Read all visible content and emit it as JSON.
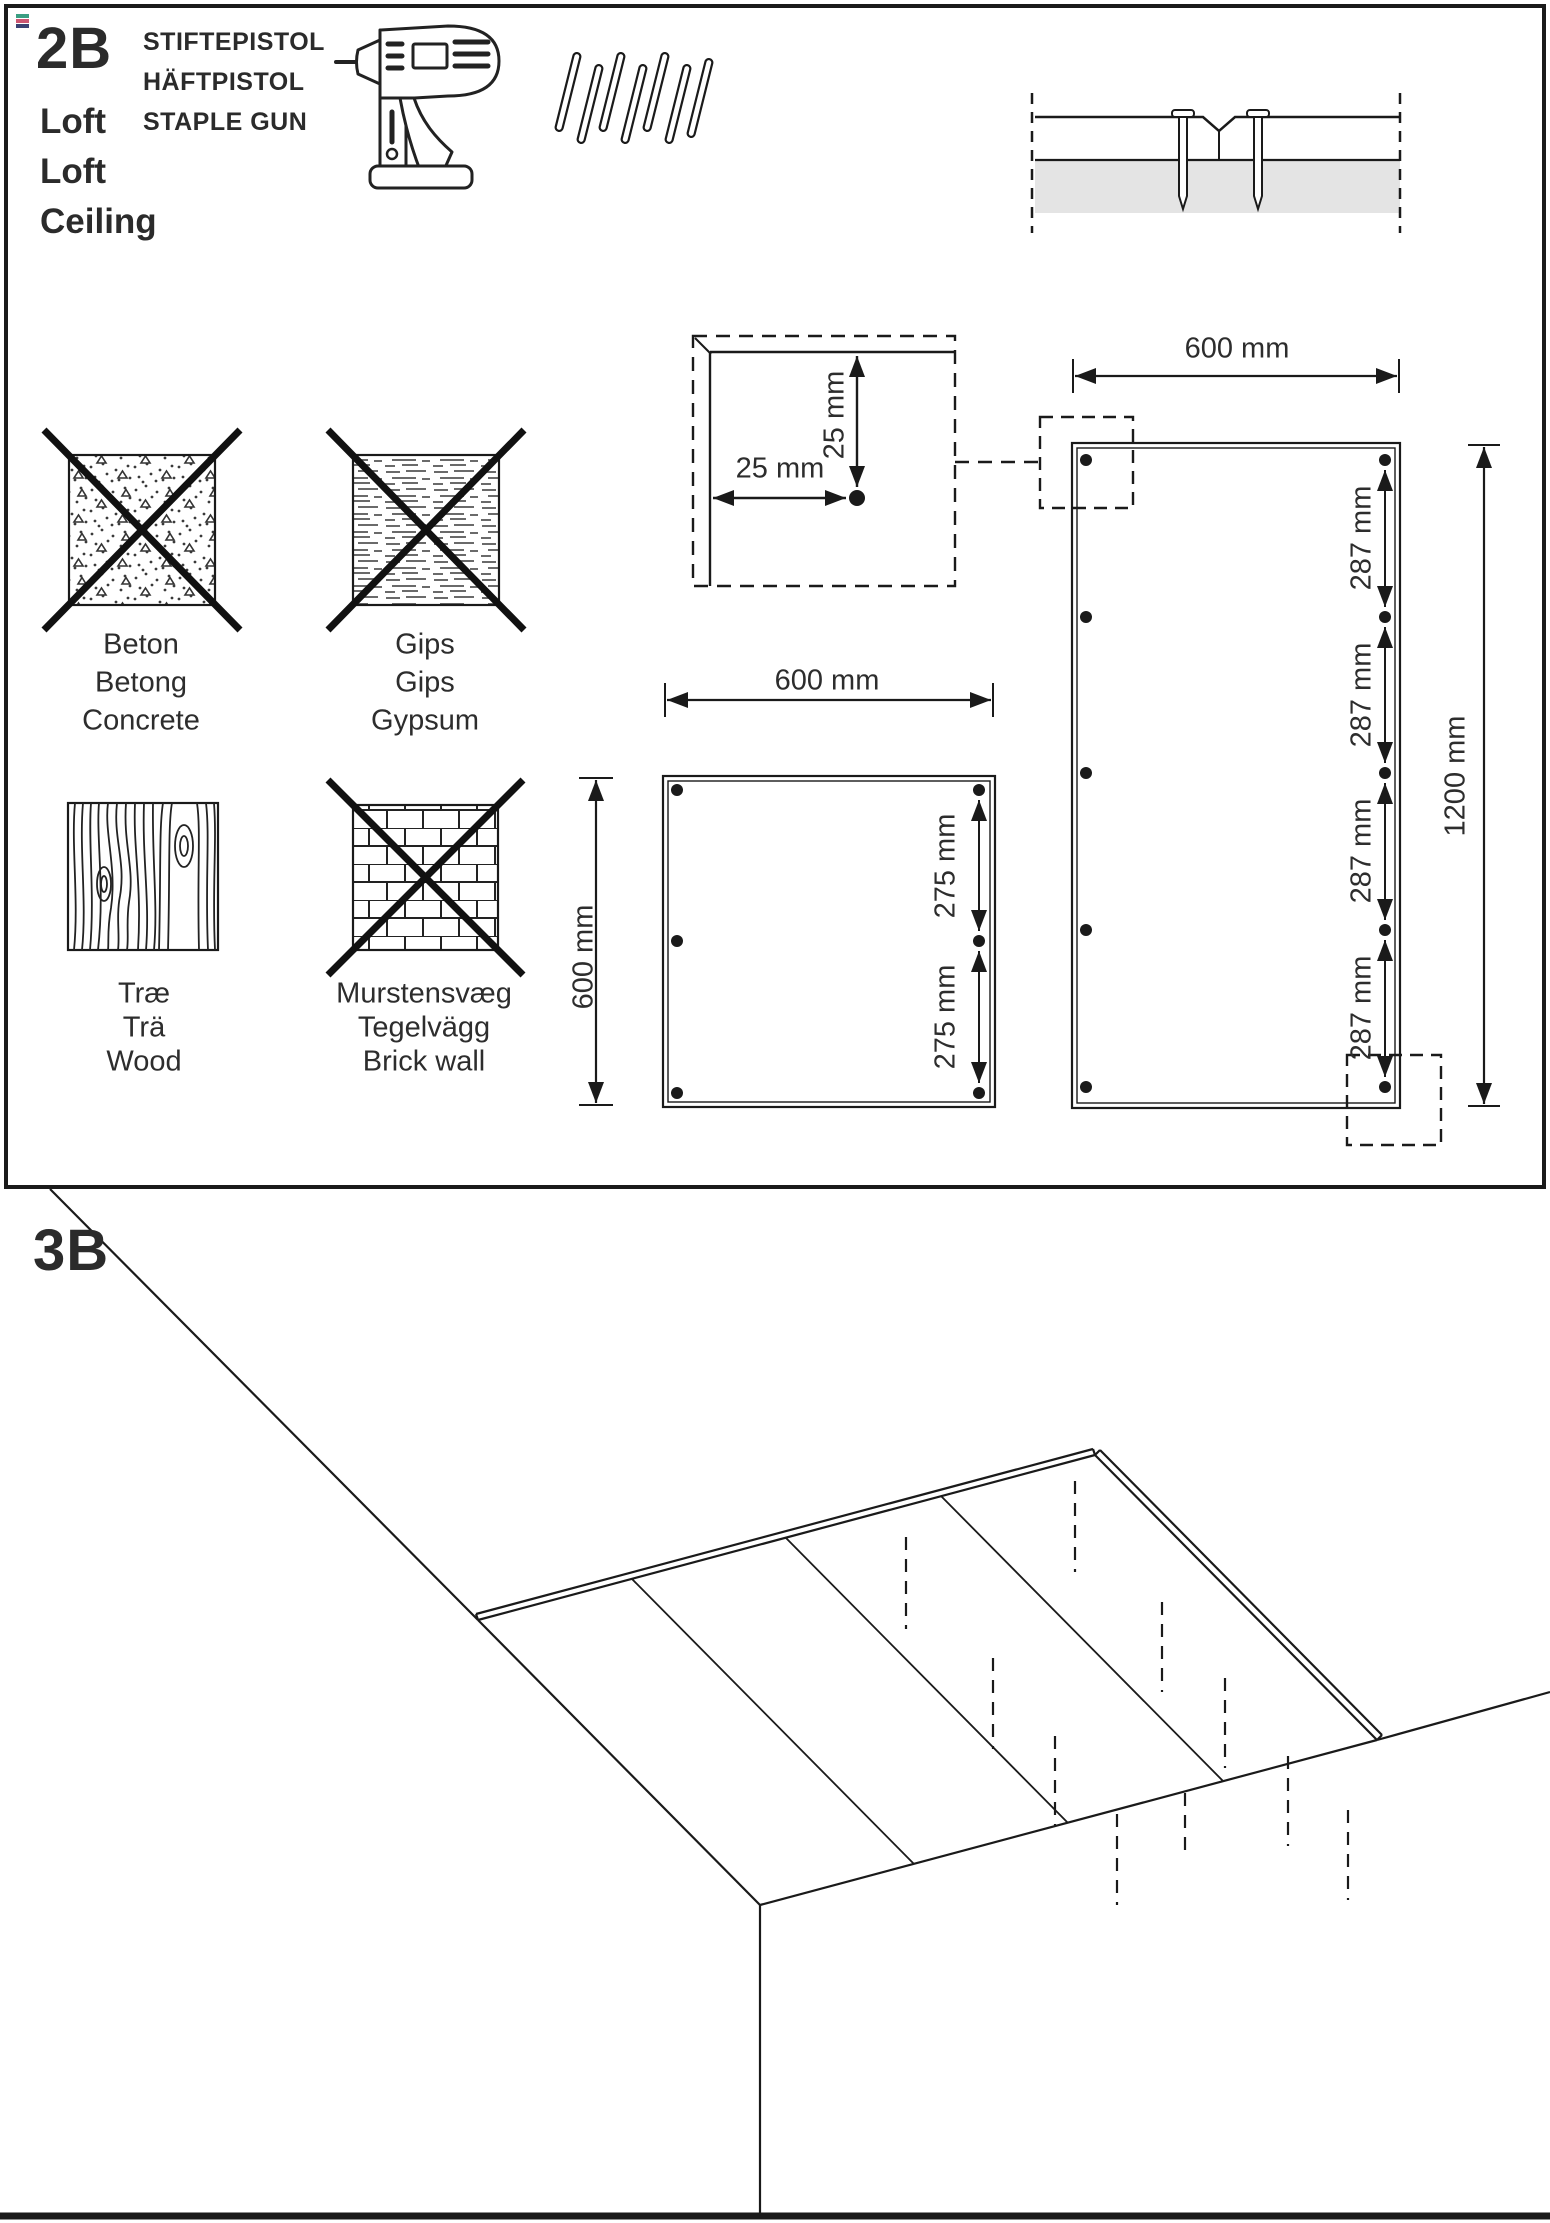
{
  "step2b": {
    "label": "2B",
    "surface": [
      "Loft",
      "Loft",
      "Ceiling"
    ],
    "tool": [
      "STIFTEPISTOL",
      "HÄFTPISTOL",
      "STAPLE GUN"
    ],
    "materials": [
      {
        "name": "concrete",
        "allowed": false,
        "lines": [
          "Beton",
          "Betong",
          "Concrete"
        ]
      },
      {
        "name": "gypsum",
        "allowed": false,
        "lines": [
          "Gips",
          "Gips",
          "Gypsum"
        ]
      },
      {
        "name": "wood",
        "allowed": true,
        "lines": [
          "Træ",
          "Trä",
          "Wood"
        ]
      },
      {
        "name": "brick",
        "allowed": false,
        "lines": [
          "Murstensvæg",
          "Tegelvägg",
          "Brick wall"
        ]
      }
    ],
    "dimensions": {
      "corner_offset_horizontal": "25 mm",
      "corner_offset_vertical": "25 mm",
      "square_panel_width": "600 mm",
      "square_panel_height": "600 mm",
      "square_panel_spacing": [
        "275 mm",
        "275 mm"
      ],
      "rect_panel_width": "600 mm",
      "rect_panel_height": "1200 mm",
      "rect_panel_spacing": [
        "287 mm",
        "287 mm",
        "287 mm",
        "287 mm"
      ]
    }
  },
  "step3b": {
    "label": "3B"
  },
  "colors": {
    "line": "#1a1a1a",
    "text": "#2d2d2d",
    "substrate_fill": "#e4e4e4",
    "paper": "#ffffff",
    "registration_marks": [
      "#3a9e82",
      "#cc5672",
      "#3a4273"
    ]
  }
}
